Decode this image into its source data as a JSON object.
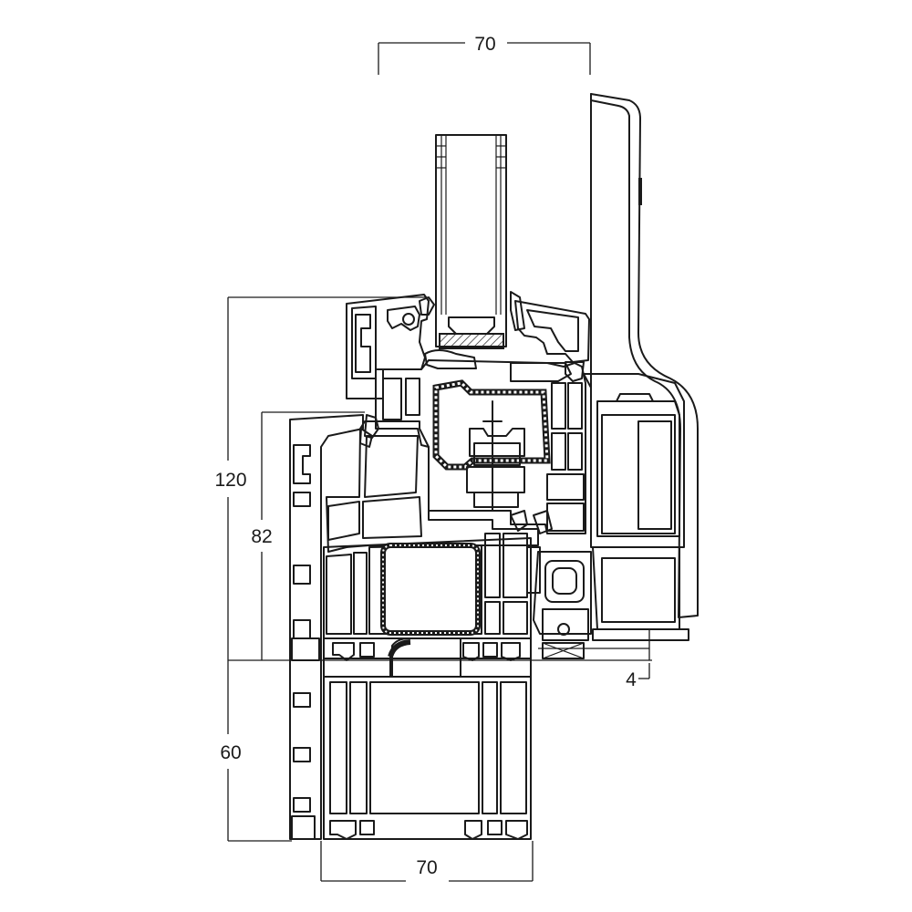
{
  "dimensions": {
    "top_width": "70",
    "bottom_width": "70",
    "overall_height": "120",
    "frame_height": "82",
    "lower_height": "60",
    "gap": "4"
  }
}
